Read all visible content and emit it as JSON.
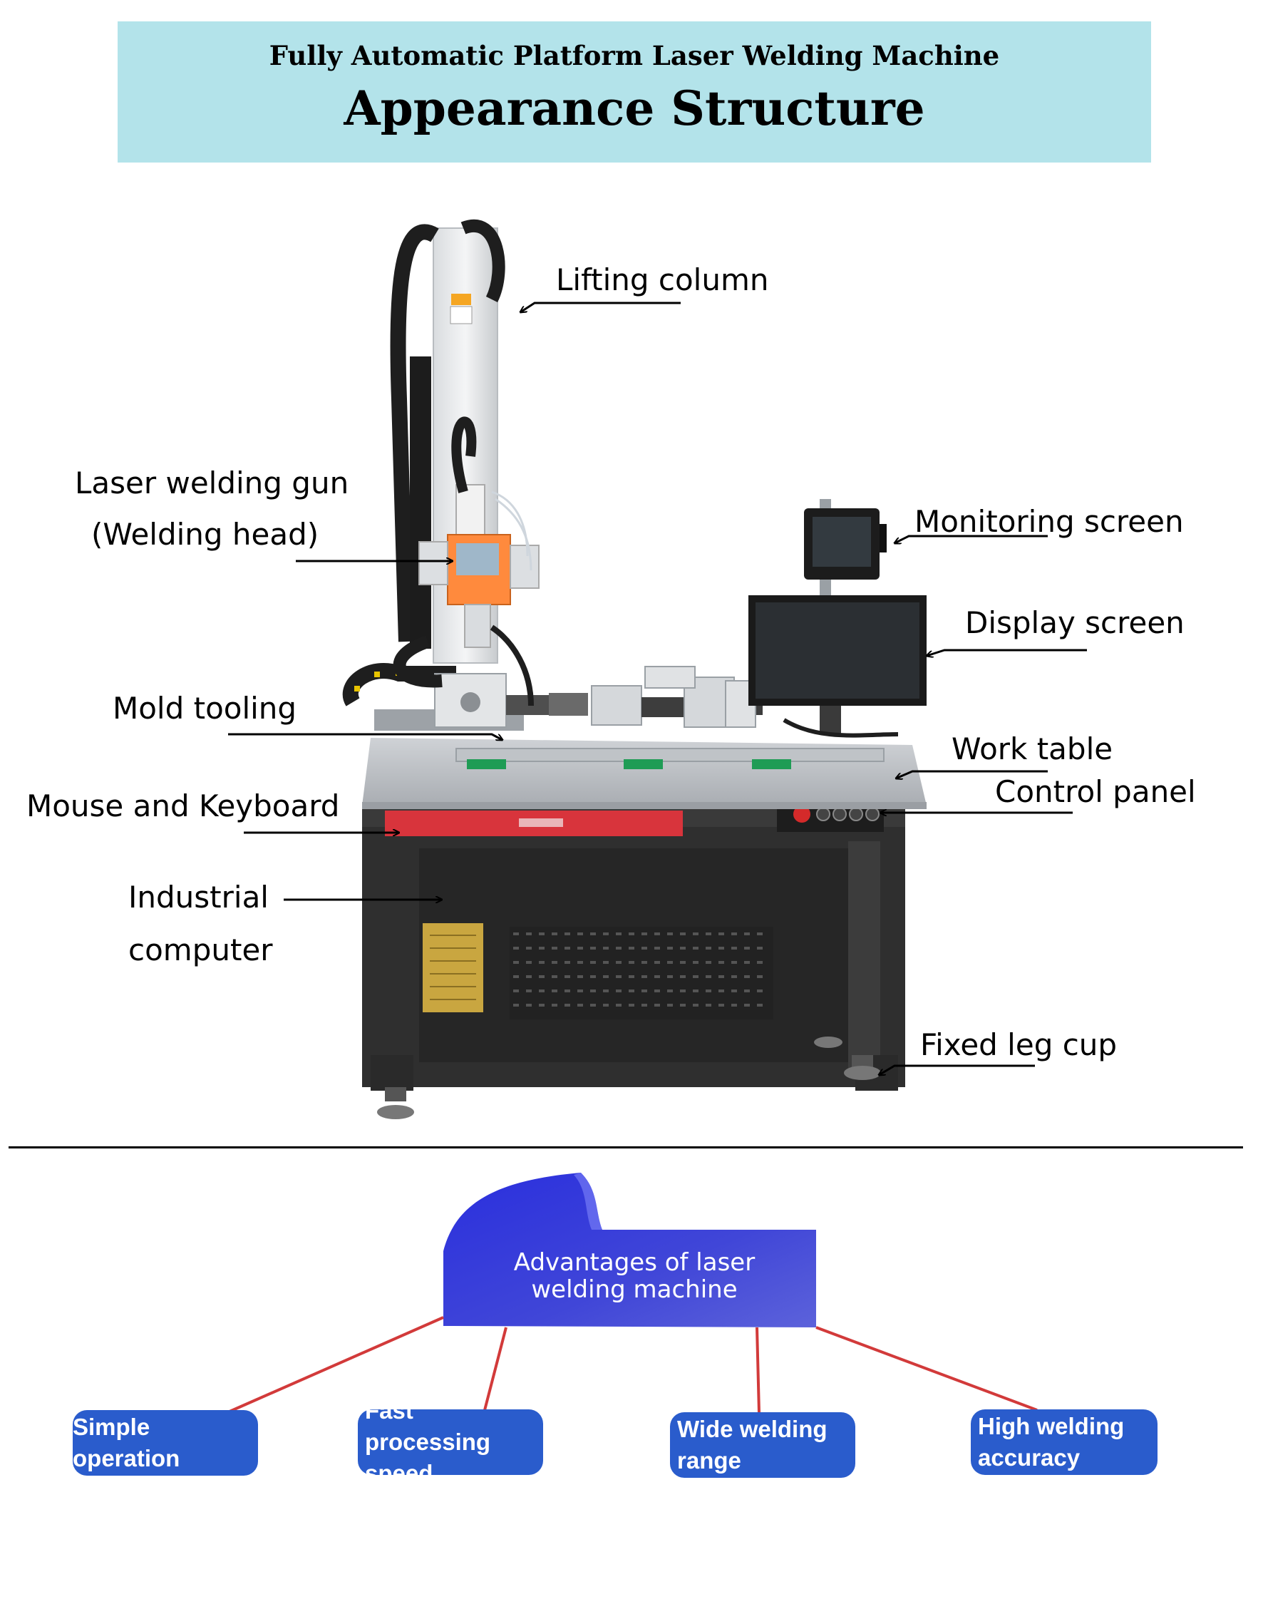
{
  "header": {
    "subtitle": "Fully Automatic Platform Laser Welding Machine",
    "title": "Appearance Structure"
  },
  "callouts": {
    "lifting_column": "Lifting column",
    "laser_welding_gun": "Laser welding gun",
    "welding_head": "(Welding head)",
    "monitoring_screen": "Monitoring screen",
    "display_screen": "Display screen",
    "mold_tooling": "Mold tooling",
    "work_table": "Work table",
    "control_panel": "Control panel",
    "mouse_and_keyboard": "Mouse and Keyboard",
    "industrial": "Industrial",
    "computer": "computer",
    "fixed_leg_cup": "Fixed leg cup"
  },
  "advantages": {
    "heading_line1": "Advantages of laser",
    "heading_line2": "welding machine",
    "items": [
      {
        "line1": "Simple operation",
        "line2": ""
      },
      {
        "line1": "Fast processing",
        "line2": "speed"
      },
      {
        "line1": "Wide welding",
        "line2": "range"
      },
      {
        "line1": "High welding",
        "line2": "accuracy"
      }
    ]
  },
  "colors": {
    "header_bg": "#b3e3ea",
    "pill_bg": "#2a5ccc",
    "connector": "#d23a3a",
    "machine_body": "#2f2f2f",
    "drawer_red": "#d8343c"
  }
}
